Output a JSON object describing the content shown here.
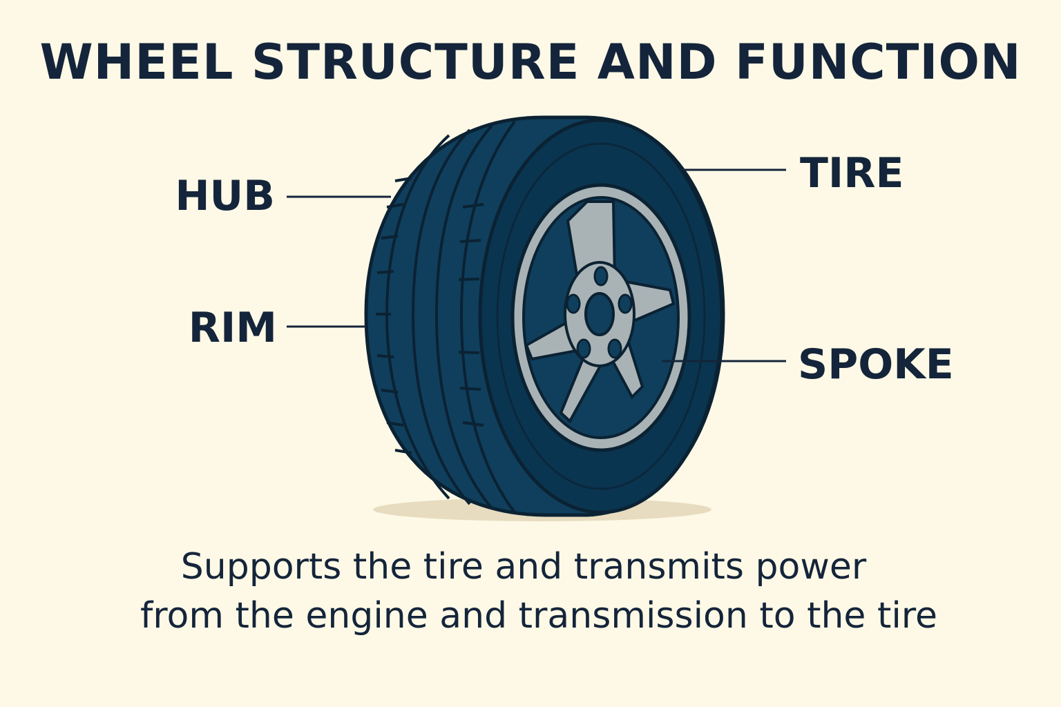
{
  "title": "WHEEL STRUCTURE AND FUNCTION",
  "labels": {
    "hub": "HUB",
    "rim": "RIM",
    "tire": "TIRE",
    "spoke": "SPOKE"
  },
  "caption": {
    "line1": "Supports the tire and transmits power",
    "line2": "from the engine and transmission to the tire"
  },
  "colors": {
    "background": "#fdf9e6",
    "text": "#14243a",
    "tire": "#0f3f5c",
    "tire_shade": "#0a3550",
    "outline": "#0b2233",
    "rim": "#a9b3b5",
    "shadow": "#e7dcbf"
  }
}
